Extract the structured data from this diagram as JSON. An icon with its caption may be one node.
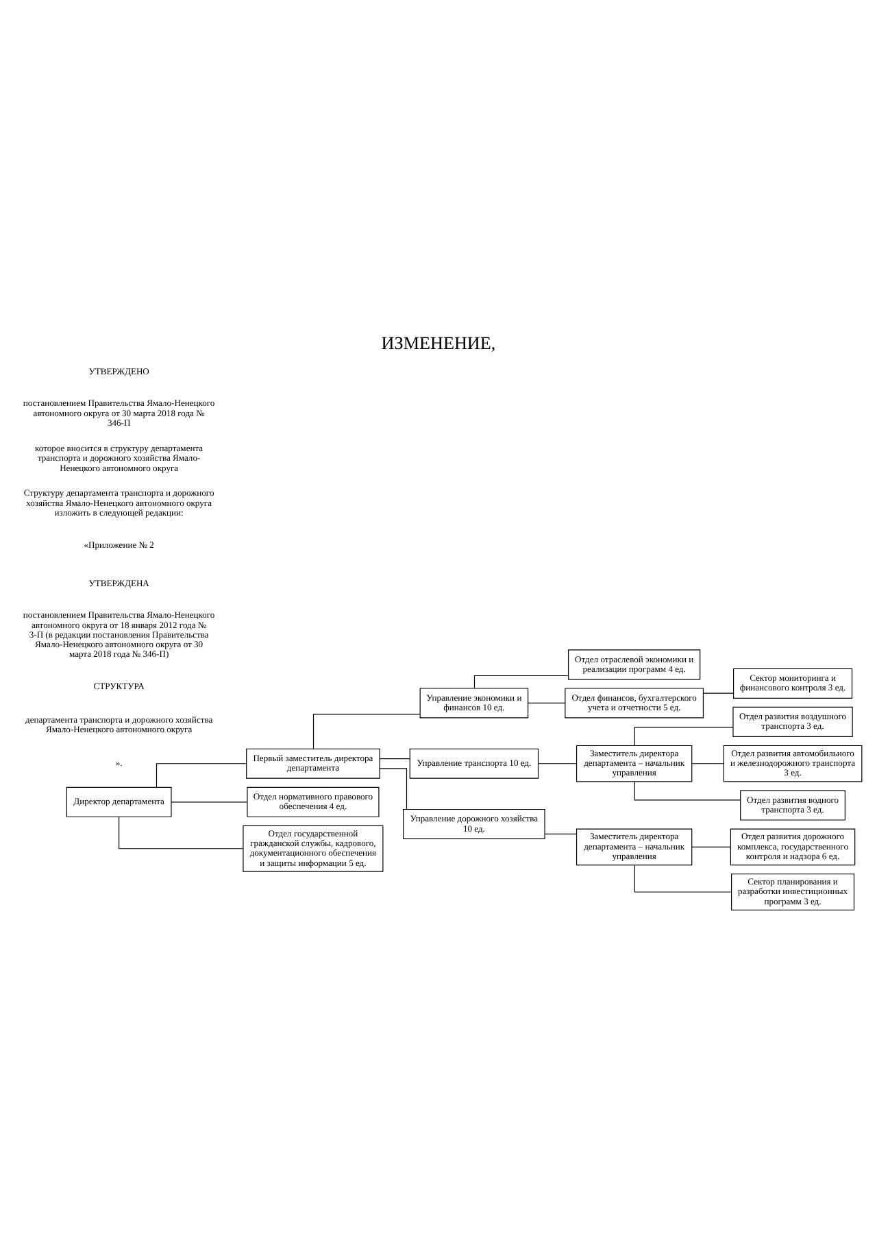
{
  "diagram": {
    "title": "ИЗМЕНЕНИЕ,",
    "nodes": [
      {
        "text": [
          "Директор департамента"
        ]
      },
      {
        "text": [
          "Первый заместитель директора департамента"
        ]
      },
      {
        "text": [
          "Отдел нормативного правового обеспечения 4 ед."
        ]
      },
      {
        "text": [
          "Отдел государственной гражданской службы, кадрового, документационного обеспечения и защиты информации 5 ед."
        ]
      },
      {
        "text": [
          "Управление экономики и финансов 10 ед."
        ]
      },
      {
        "text": [
          "Отдел отраслевой экономики и реализации программ 4 ед."
        ]
      },
      {
        "text": [
          "Отдел финансов, бухгалтерского учета и отчетности 5 ед."
        ]
      },
      {
        "text": [
          "Сектор мониторинга и финансового контроля 3 ед."
        ]
      },
      {
        "text": [
          "Управление транспорта 10 ед."
        ]
      },
      {
        "text": [
          "Заместитель директора департамента – начальник управления"
        ]
      },
      {
        "text": [
          "Отдел развития воздушного транспорта 3 ед."
        ]
      },
      {
        "text": [
          "Отдел развития автомобильного и железнодорожного транспорта 3 ед."
        ]
      },
      {
        "text": [
          "Отдел развития водного транспорта 3 ед."
        ]
      },
      {
        "text": [
          "Управление дорожного хозяйства 10 ед."
        ]
      },
      {
        "text": [
          "Заместитель директора департамента – начальник управления"
        ]
      },
      {
        "text": [
          "Отдел развития дорожного комплекса, государственного контроля и надзора 6 ед."
        ]
      },
      {
        "text": [
          "Сектор планирования и разработки инвестиционных программ 3 ед."
        ]
      }
    ],
    "edges": [
      {
        "from": 0,
        "to": 2,
        "arrow": "none"
      },
      {
        "from": 0,
        "to": 1,
        "arrow": "none"
      },
      {
        "from": 0,
        "to": 3,
        "arrow": "none"
      },
      {
        "from": 1,
        "to": 4,
        "arrow": "none"
      },
      {
        "from": 1,
        "to": 8,
        "arrow": "none"
      },
      {
        "from": 1,
        "to": 13,
        "arrow": "none"
      },
      {
        "from": 4,
        "to": 5,
        "arrow": "none"
      },
      {
        "from": 4,
        "to": 6,
        "arrow": "none"
      },
      {
        "from": 6,
        "to": 7,
        "arrow": "none"
      },
      {
        "from": 8,
        "to": 9,
        "arrow": "none"
      },
      {
        "from": 9,
        "to": 10,
        "arrow": "none"
      },
      {
        "from": 9,
        "to": 11,
        "arrow": "none"
      },
      {
        "from": 9,
        "to": 12,
        "arrow": "none"
      },
      {
        "from": 13,
        "to": 14,
        "arrow": "none"
      },
      {
        "from": 14,
        "to": 15,
        "arrow": "none"
      },
      {
        "from": 14,
        "to": 16,
        "arrow": "none"
      }
    ],
    "labels": [
      "УТВЕРЖДЕНО",
      "постановлением Правительства Ямало-Ненецкого автономного округа от 30 марта 2018 года № 346-П",
      "которое вносится в структуру департамента транспорта и дорожного хозяйства Ямало-Ненецкого автономного округа",
      "Структуру департамента транспорта и дорожного хозяйства Ямало-Ненецкого автономного округа изложить в следующей редакции:",
      "«Приложение № 2",
      "УТВЕРЖДЕНА",
      "постановлением Правительства Ямало-Ненецкого автономного округа от 18 января 2012 года № 3-П (в редакции постановления Правительства Ямало-Ненецкого автономного округа от 30 марта 2018 года № 346-П)",
      "СТРУКТУРА",
      "департамента транспорта и дорожного хозяйства Ямало-Ненецкого автономного округа",
      "»."
    ]
  }
}
